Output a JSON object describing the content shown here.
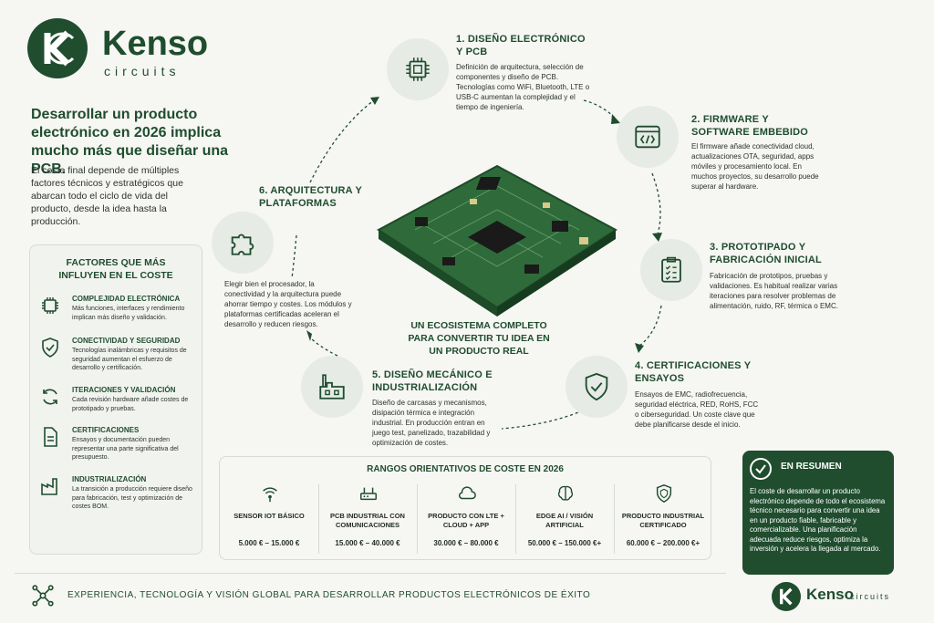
{
  "brand": {
    "name": "Kenso",
    "sub": "circuits"
  },
  "headline": "Desarrollar un producto electrónico en 2026 implica mucho más que diseñar una PCB.",
  "intro": "El coste final depende de múltiples factores técnicos y estratégicos que abarcan todo el ciclo de vida del producto, desde la idea hasta la producción.",
  "factors": {
    "title": "Factores que más influyen en el coste",
    "items": [
      {
        "title": "Complejidad electrónica",
        "desc": "Más funciones, interfaces y rendimiento implican más diseño y validación.",
        "icon": "chip-icon"
      },
      {
        "title": "Conectividad y seguridad",
        "desc": "Tecnologías inalámbricas y requisitos de seguridad aumentan el esfuerzo de desarrollo y certificación.",
        "icon": "shield-check-icon"
      },
      {
        "title": "Iteraciones y validación",
        "desc": "Cada revisión hardware añade costes de prototipado y pruebas.",
        "icon": "refresh-icon"
      },
      {
        "title": "Certificaciones",
        "desc": "Ensayos y documentación pueden representar una parte significativa del presupuesto.",
        "icon": "document-icon"
      },
      {
        "title": "Industrialización",
        "desc": "La transición a producción requiere diseño para fabricación, test y optimización de costes BOM.",
        "icon": "factory-icon"
      }
    ]
  },
  "stages": [
    {
      "title": "1. Diseño electrónico y PCB",
      "desc": "Definición de arquitectura, selección de componentes y diseño de PCB. Tecnologías como WiFi, Bluetooth, LTE o USB-C aumentan la complejidad y el tiempo de ingeniería.",
      "icon": "chip-icon"
    },
    {
      "title": "2. Firmware y software embebido",
      "desc": "El firmware añade conectividad cloud, actualizaciones OTA, seguridad, apps móviles y procesamiento local. En muchos proyectos, su desarrollo puede superar al hardware.",
      "icon": "code-icon"
    },
    {
      "title": "3. Prototipado y fabricación inicial",
      "desc": "Fabricación de prototipos, pruebas y validaciones. Es habitual realizar varias iteraciones para resolver problemas de alimentación, ruido, RF, térmica o EMC.",
      "icon": "clipboard-icon"
    },
    {
      "title": "4. Certificaciones y ensayos",
      "desc": "Ensayos de EMC, radiofrecuencia, seguridad eléctrica, RED, RoHS, FCC o ciberseguridad. Un coste clave que debe planificarse desde el inicio.",
      "icon": "shield-check-icon"
    },
    {
      "title": "5. Diseño mecánico e industrialización",
      "desc": "Diseño de carcasas y mecanismos, disipación térmica e integración industrial. En producción entran en juego test, panelizado, trazabilidad y optimización de costes.",
      "icon": "factory-icon"
    },
    {
      "title": "6. Arquitectura y plataformas",
      "desc": "Elegir bien el procesador, la conectividad y la arquitectura puede ahorrar tiempo y costes. Los módulos y plataformas certificadas aceleran el desarrollo y reducen riesgos.",
      "icon": "puzzle-icon"
    }
  ],
  "center_caption": "Un ecosistema completo para convertir tu idea en un producto real",
  "ranges": {
    "title": "Rangos orientativos de coste en 2026",
    "items": [
      {
        "label": "Sensor IoT básico",
        "value": "5.000 € – 15.000 €",
        "icon": "wifi-sensor-icon"
      },
      {
        "label": "PCB industrial con comunicaciones",
        "value": "15.000 € – 40.000 €",
        "icon": "router-icon"
      },
      {
        "label": "Producto con LTE + Cloud + App",
        "value": "30.000 € – 80.000 €",
        "icon": "cloud-icon"
      },
      {
        "label": "Edge AI / Visión artificial",
        "value": "50.000 € – 150.000 €+",
        "icon": "brain-icon"
      },
      {
        "label": "Producto industrial certificado",
        "value": "60.000 € – 200.000 €+",
        "icon": "shield-icon"
      }
    ]
  },
  "summary": {
    "title": "En resumen",
    "text": "El coste de desarrollar un producto electrónico depende de todo el ecosistema técnico necesario para convertir una idea en un producto fiable, fabricable y comercializable. Una planificación adecuada reduce riesgos, optimiza la inversión y acelera la llegada al mercado."
  },
  "footer": "Experiencia, tecnología y visión global para desarrollar productos electrónicos de éxito",
  "colors": {
    "brand": "#1f4d2e",
    "background": "#f6f6f3",
    "circle": "#e6ebe5"
  }
}
